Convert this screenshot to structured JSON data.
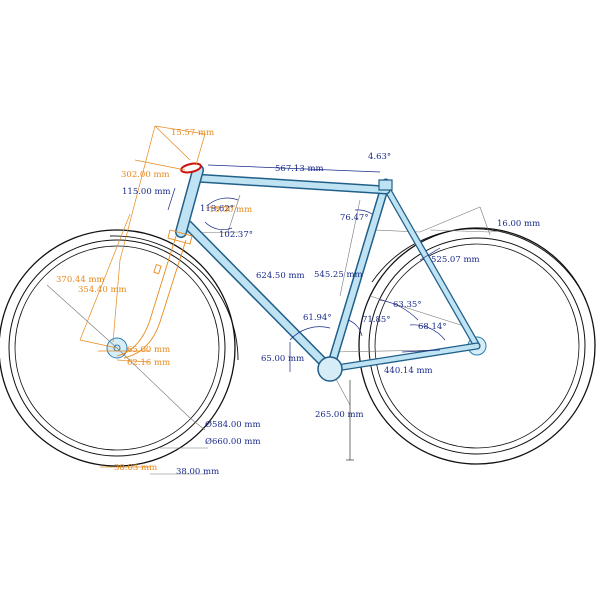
{
  "colors": {
    "frame_tube": "#3a9fd0",
    "frame_edge": "#1f5f8a",
    "tire": "#111111",
    "fork_dims": "#e8891b",
    "frame_dims": "#1a2a8a",
    "extension_lines": "#777777",
    "headset_marker": "#cc1111"
  },
  "labels": {
    "top_tube_length": "567.13 mm",
    "top_tube_slope": "4.63°",
    "seat_tube_extension": "16.00 mm",
    "rear_rise": "525.07 mm",
    "seat_angle": "76.47°",
    "seat_tube_length": "545.25 mm",
    "down_tube_length": "624.50 mm",
    "head_top_angle": "119.62°",
    "head_bottom_angle": "102.37°",
    "head_tube_length": "115.00 mm",
    "stem_length": "15.57 mm",
    "stem_offset": "16.00 mm",
    "steerer_height": "302.00 mm",
    "fork_length": "370.44 mm",
    "fork_axle_to_crown": "354.40 mm",
    "fork_dropout_width": "65.00 mm",
    "fork_rake": "62.16 mm",
    "down_tube_angle": "61.94°",
    "seat_tube_angle_low": "71.85°",
    "stay_angle": "63.35°",
    "chainstay_angle": "68.14°",
    "bb_shell_width": "65.00 mm",
    "chainstay_length": "440.14 mm",
    "bb_drop": "265.00 mm",
    "rim_diameter": "Ø584.00 mm",
    "tire_diameter": "Ø660.00 mm",
    "tire_width": "38.03 mm",
    "tire_clearance": "38.00 mm"
  }
}
